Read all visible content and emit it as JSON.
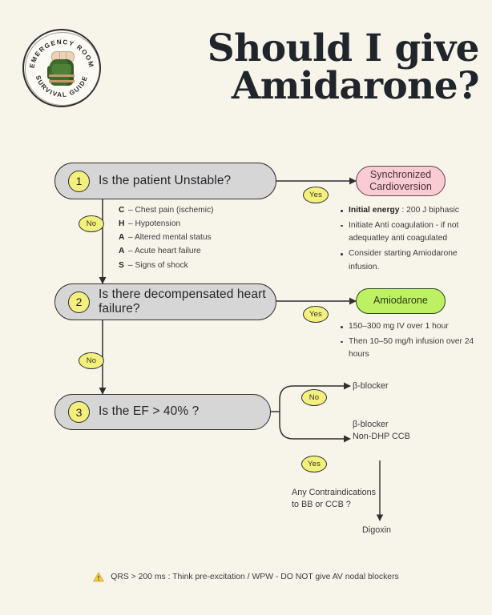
{
  "header": {
    "logo": {
      "top_arc_text": "EMERGENCY ROOM",
      "bottom_arc_text": "SURVIVAL GUIDE",
      "emblem": "backpack-illustration"
    },
    "title_line1": "Should I give",
    "title_line2": "Amidarone?"
  },
  "colors": {
    "background": "#f7f5ea",
    "question_box": "#d6d6d6",
    "badge_yellow": "#f3f07d",
    "pink_box": "#f9ccd1",
    "green_box": "#bdf062",
    "ink": "#2b2b2b",
    "warning_yellow": "#e8c33a"
  },
  "flow": {
    "steps": [
      {
        "number": "1",
        "question": "Is the patient Unstable?"
      },
      {
        "number": "2",
        "question": "Is there decompensated heart failure?"
      },
      {
        "number": "3",
        "question": "Is the EF > 40% ?"
      }
    ],
    "branch_labels": {
      "yes": "Yes",
      "no": "No"
    },
    "step1": {
      "mnemonic": [
        {
          "letter": "C",
          "dash": "–",
          "text": "Chest pain (ischemic)"
        },
        {
          "letter": "H",
          "dash": "–",
          "text": "Hypotension"
        },
        {
          "letter": "A",
          "dash": "–",
          "text": "Altered mental status"
        },
        {
          "letter": "A",
          "dash": "–",
          "text": "Acute heart failure"
        },
        {
          "letter": "S",
          "dash": "–",
          "text": "Signs of shock"
        }
      ],
      "yes_outcome": {
        "label_line1": "Synchronized",
        "label_line2": "Cardioversion",
        "bullets": [
          {
            "bold": "Initial energy",
            "rest": " : 200 J biphasic"
          },
          {
            "bold": "",
            "rest": "Initiate Anti coagulation - if not adequatley anti coagulated"
          },
          {
            "bold": "",
            "rest": "Consider starting Amiodarone infusion."
          }
        ]
      }
    },
    "step2": {
      "yes_outcome": {
        "label_line1": "Amiodarone",
        "label_line2": "",
        "bullets": [
          {
            "bold": "",
            "rest": "150–300 mg IV over 1 hour"
          },
          {
            "bold": "",
            "rest": "Then 10–50 mg/h infusion over 24 hours"
          }
        ]
      }
    },
    "step3": {
      "no_outcome": "β-blocker",
      "yes_outcome_line1": "β-blocker",
      "yes_outcome_line2": "Non-DHP CCB",
      "contraindication_line1": "Any Contraindications",
      "contraindication_line2": "to BB or CCB ?",
      "final_outcome": "Digoxin"
    }
  },
  "footer": {
    "warning_icon": "warning-triangle-icon",
    "text": "QRS > 200 ms : Think pre-excitation / WPW - DO NOT give AV nodal blockers"
  }
}
